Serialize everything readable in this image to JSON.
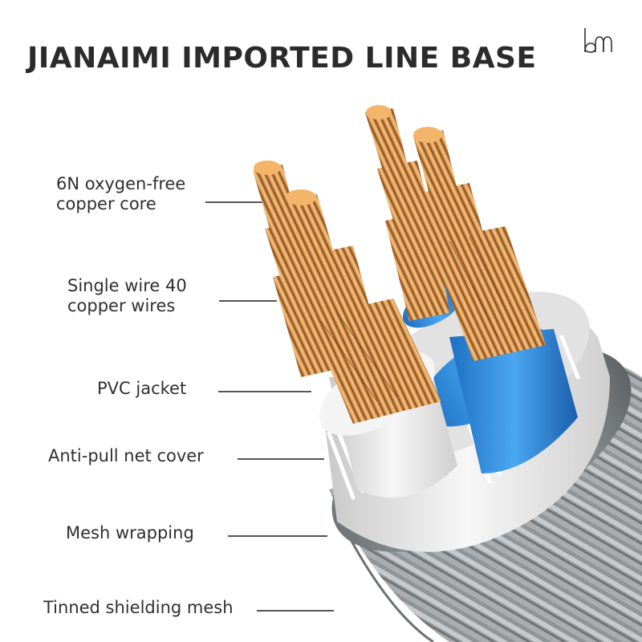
{
  "title": "JIANAIMI IMPORTED LINE BASE",
  "brand_icon": "bm-logo-icon",
  "labels": [
    {
      "line1": "6N oxygen-free",
      "line2": "copper core"
    },
    {
      "line1": "Single wire 40",
      "line2": "copper wires"
    },
    {
      "line1": "PVC jacket"
    },
    {
      "line1": "Anti-pull net cover"
    },
    {
      "line1": "Mesh wrapping"
    },
    {
      "line1": "Tinned shielding mesh"
    }
  ],
  "colors": {
    "copper": "#c27a34",
    "copper_light": "#f0b56a",
    "blue_insulation": "#2f8ee0",
    "white_insulation": "#ececec",
    "mesh_gray": "#8a8f92",
    "text": "#2f2f2f"
  }
}
